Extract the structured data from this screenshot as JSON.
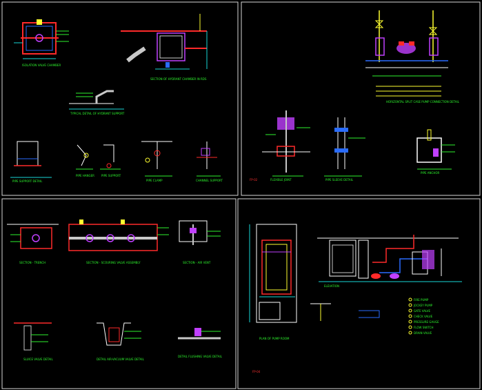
{
  "drawing": {
    "sheets": [
      {
        "id": "top-left",
        "titles": [
          "ISOLATION VALVE CHAMBER",
          "SECTION OF HYDRANT CHAMBER IN RDS",
          "TYPICAL DETAIL OF HYDRANT SUPPORT",
          "PIPE SUPPORT DETAIL",
          "PIPE HANGER",
          "PIPE SUPPORT",
          "PIPE CLAMP",
          "CHANNEL SUPPORT"
        ]
      },
      {
        "id": "top-right",
        "titles": [
          "HORIZONTAL SPLIT CASE PUMP CONNECTION DETAIL",
          "FLEXIBLE JOINT",
          "PIPE SLEEVE DETAIL",
          "PIPE ANCHOR"
        ],
        "sheet_no": "FP-02"
      },
      {
        "id": "bottom-left",
        "titles": [
          "SECTION - TRENCH",
          "SECTION - SCOURING VALVE ASSEMBLY",
          "SECTION - AIR VENT",
          "SLUICE VALVE DETAIL",
          "DETAIL AIR-VACUUM VALVE DETAIL",
          "DETAIL FLUSHING VALVE DETAIL"
        ]
      },
      {
        "id": "bottom-right",
        "titles": [
          "PLAN OF PUMP ROOM",
          "ELEVATION"
        ],
        "legend": [
          "FIRE PUMP",
          "JOCKEY PUMP",
          "GATE VALVE",
          "CHECK VALVE",
          "PRESSURE GAUGE",
          "FLOW SWITCH",
          "DRAIN VALVE"
        ],
        "sheet_no": "FP-04"
      }
    ],
    "title_block": {
      "top_right_code": "FP-02",
      "bottom_right_code": "FP-04"
    },
    "colors": {
      "background": "#000000",
      "frame": "#d8d8d8",
      "label": "#2ef52e",
      "pipe": "#ff2a2a",
      "equipment": "#c040ff",
      "dimension": "#18d8d8",
      "structure": "#ffffff",
      "accent": "#ffff30",
      "concrete": "#2a6cff"
    }
  }
}
